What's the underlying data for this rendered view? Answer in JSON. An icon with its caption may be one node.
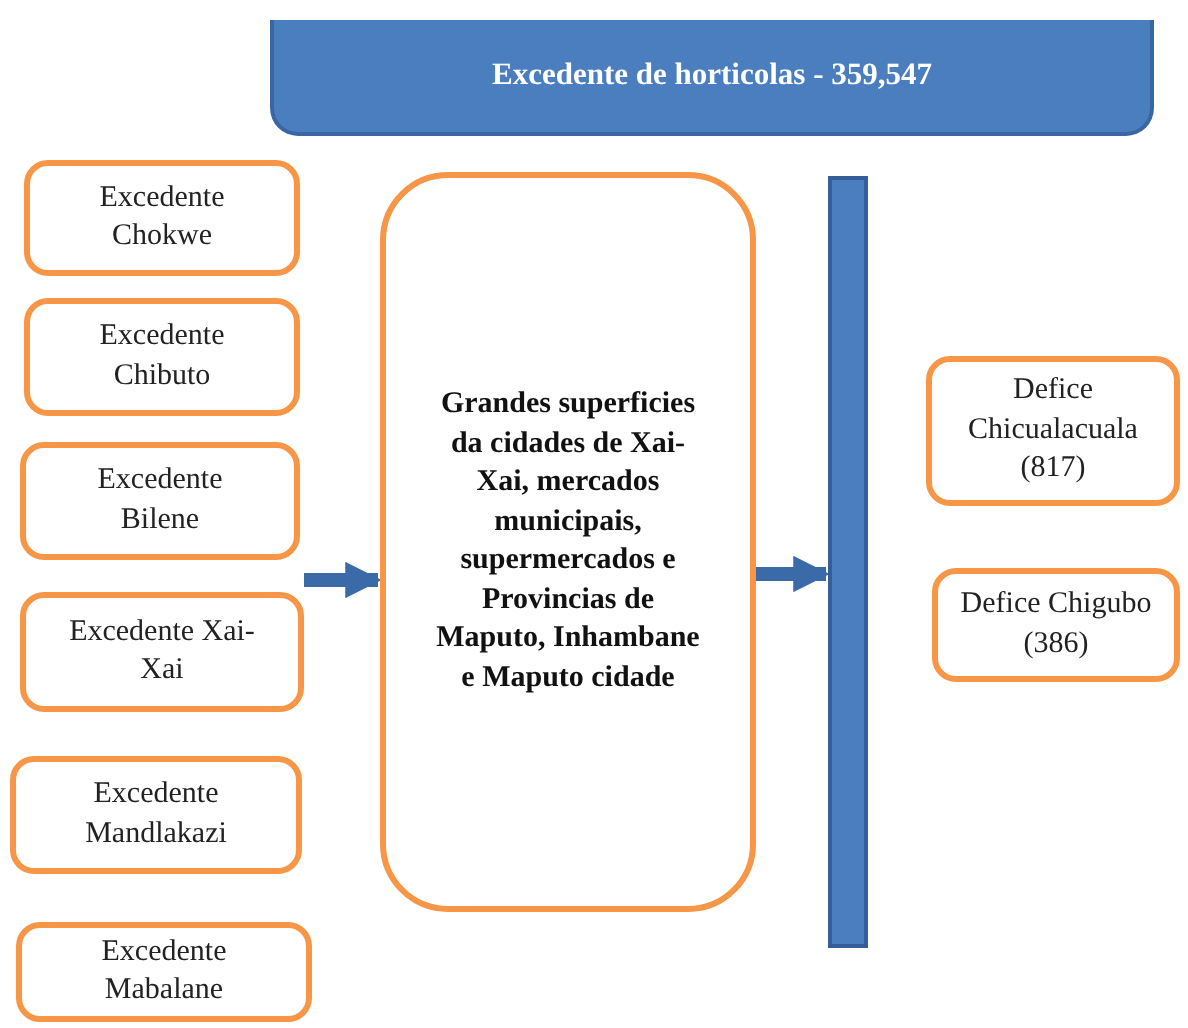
{
  "diagram": {
    "nodes": [
      {
        "text": [
          "Excedente de horticolas - 359,547"
        ]
      },
      {
        "text": [
          "Excedente Chokwe"
        ]
      },
      {
        "text": [
          "Excedente Chibuto"
        ]
      },
      {
        "text": [
          "Excedente Bilene"
        ]
      },
      {
        "text": [
          "Excedente Xai-Xai"
        ]
      },
      {
        "text": [
          "Excedente Mandlakazi"
        ]
      },
      {
        "text": [
          "Excedente Mabalane"
        ]
      },
      {
        "text": [
          "Grandes superficies da cidades de Xai-Xai, mercados municipais, supermercados e Provincias de Maputo, Inhambane e Maputo cidade"
        ]
      },
      {
        "text": [],
        "shape": "bar"
      },
      {
        "text": [
          "Defice Chicualacuala (817)"
        ]
      },
      {
        "text": [
          "Defice Chigubo (386)"
        ]
      }
    ],
    "edges": [
      {
        "from": 4,
        "to": 7,
        "arrow": "to"
      },
      {
        "from": 7,
        "to": 8,
        "arrow": "to"
      }
    ]
  }
}
